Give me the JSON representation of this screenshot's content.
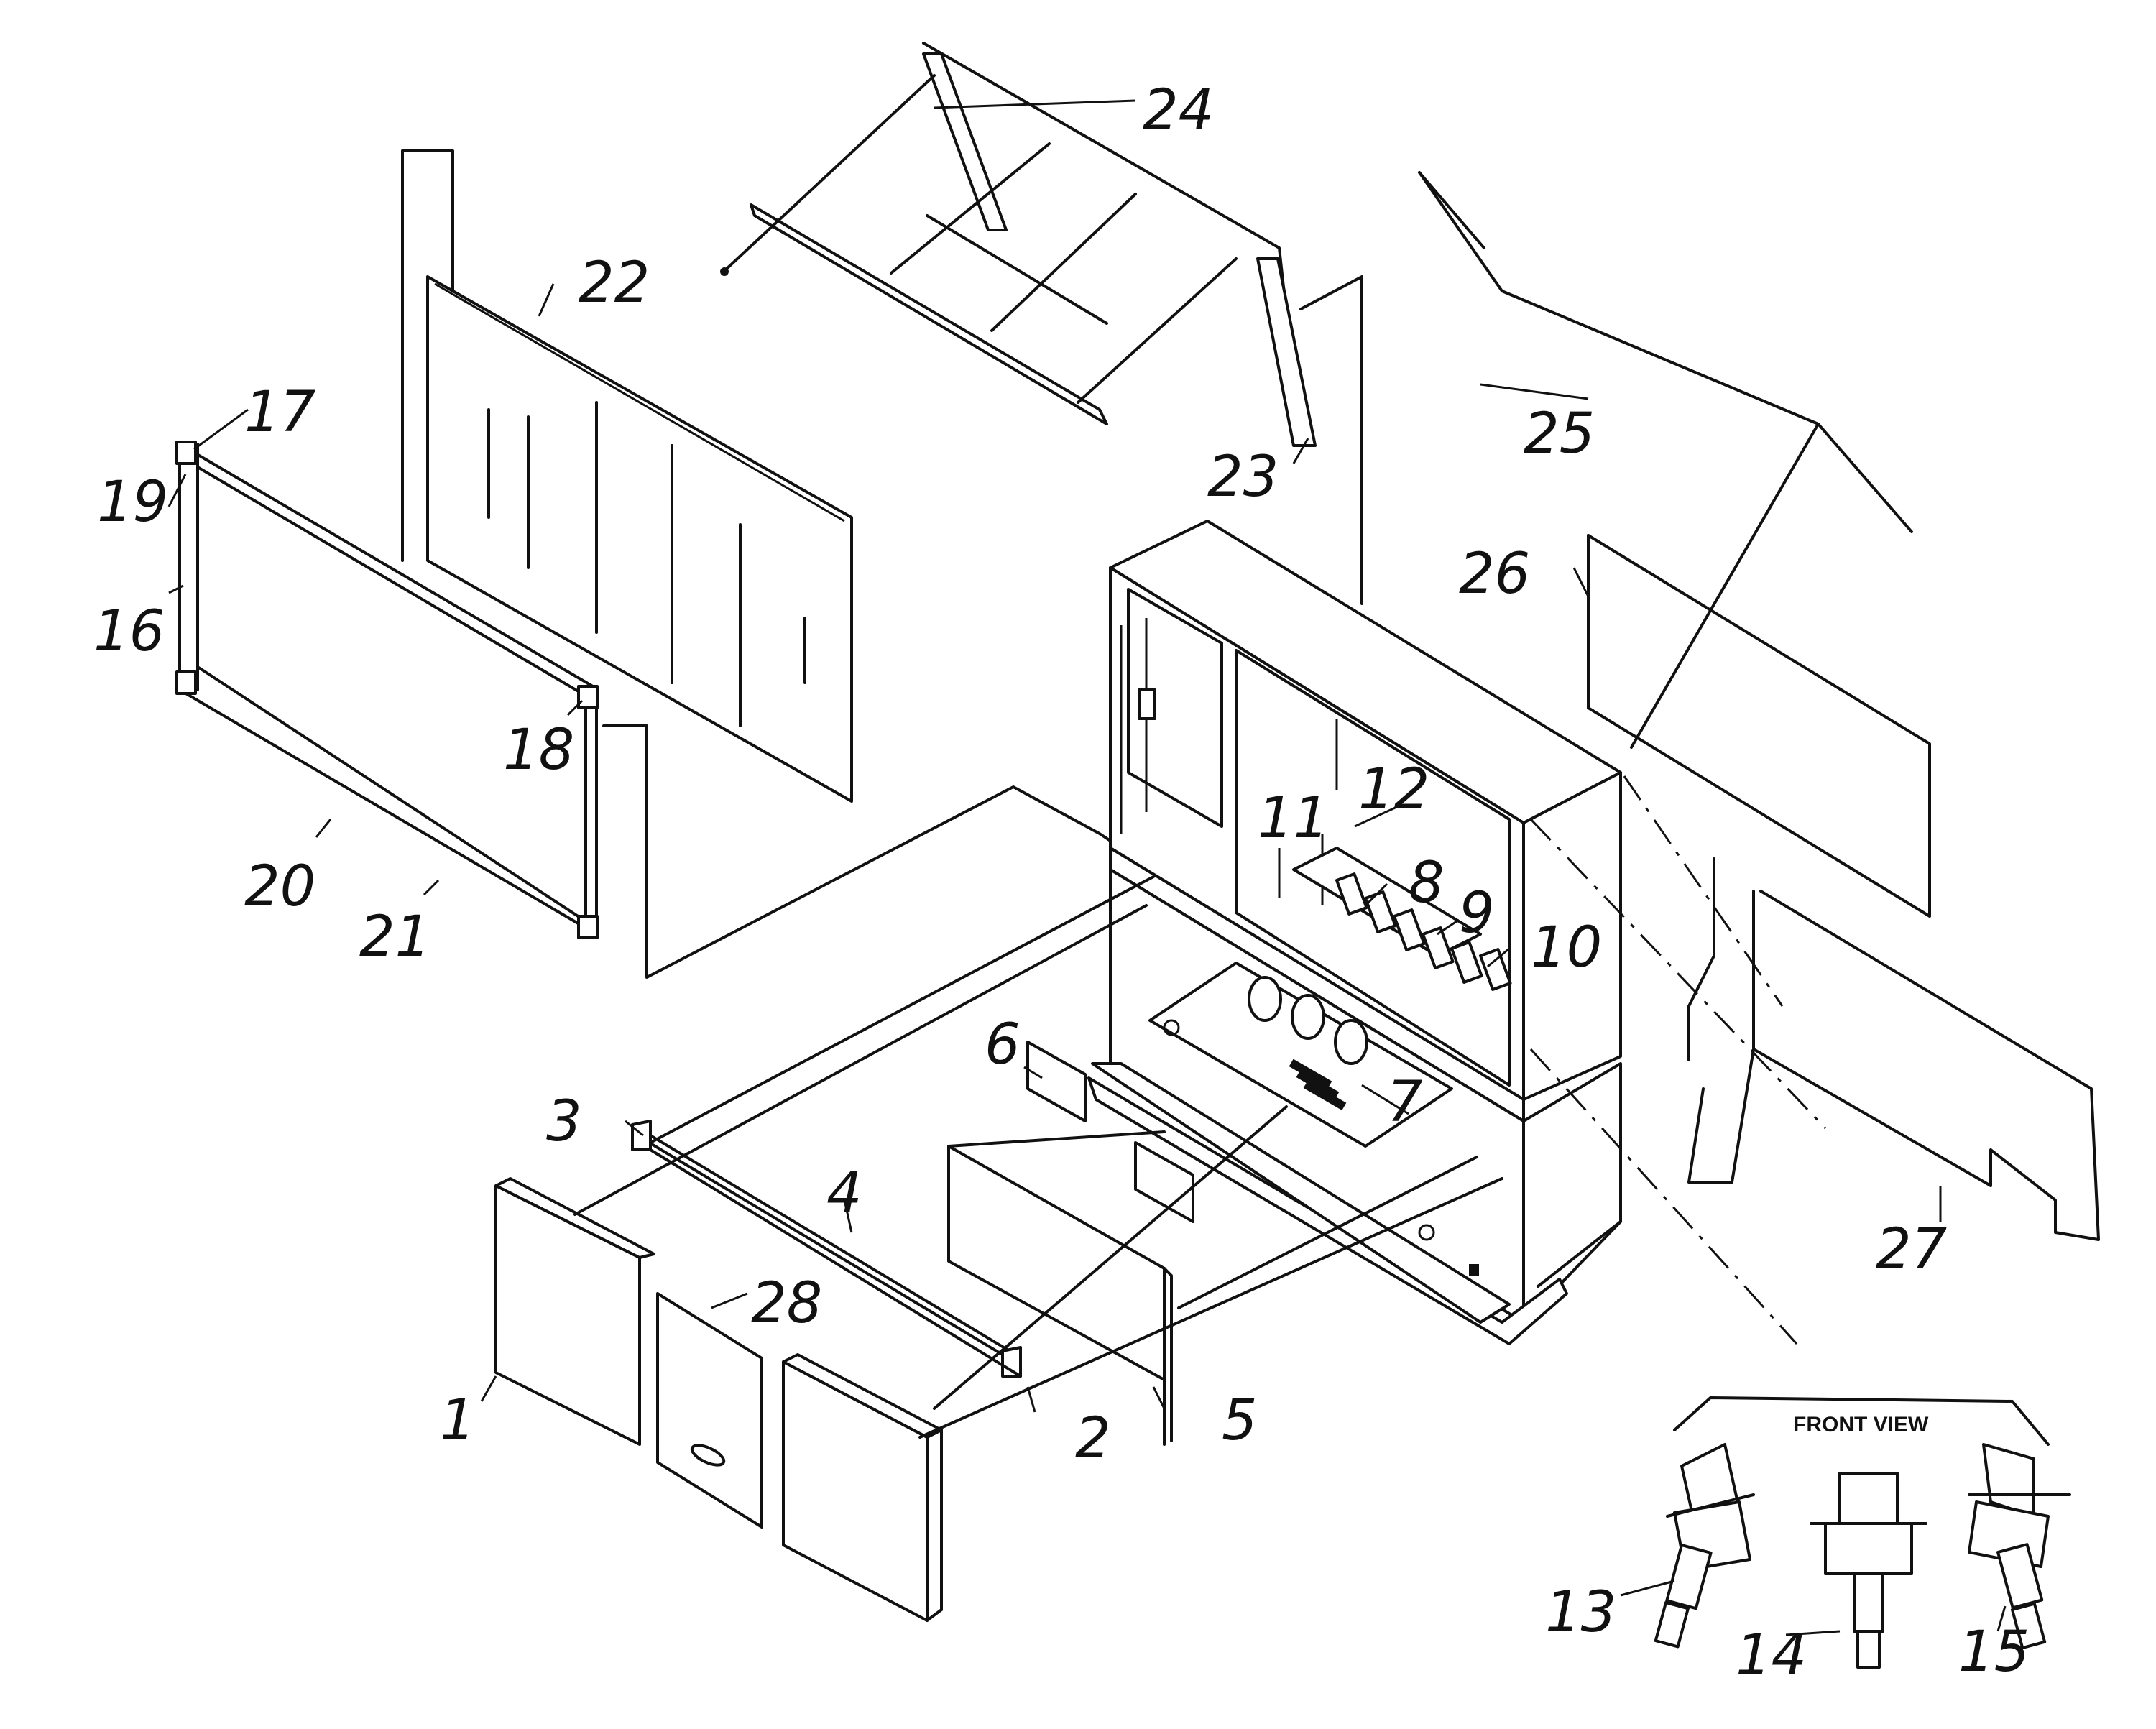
{
  "diagram": {
    "part_labels": [
      {
        "key": "p1",
        "text": "1"
      },
      {
        "key": "p2",
        "text": "2"
      },
      {
        "key": "p3",
        "text": "3"
      },
      {
        "key": "p4",
        "text": "4"
      },
      {
        "key": "p5",
        "text": "5"
      },
      {
        "key": "p6",
        "text": "6"
      },
      {
        "key": "p7",
        "text": "7"
      },
      {
        "key": "p8",
        "text": "8"
      },
      {
        "key": "p9",
        "text": "9"
      },
      {
        "key": "p10",
        "text": "10"
      },
      {
        "key": "p11",
        "text": "11"
      },
      {
        "key": "p12",
        "text": "12"
      },
      {
        "key": "p13",
        "text": "13"
      },
      {
        "key": "p14",
        "text": "14"
      },
      {
        "key": "p15",
        "text": "15"
      },
      {
        "key": "p16",
        "text": "16"
      },
      {
        "key": "p17",
        "text": "17"
      },
      {
        "key": "p18",
        "text": "18"
      },
      {
        "key": "p19",
        "text": "19"
      },
      {
        "key": "p20",
        "text": "20"
      },
      {
        "key": "p21",
        "text": "21"
      },
      {
        "key": "p22",
        "text": "22"
      },
      {
        "key": "p23",
        "text": "23"
      },
      {
        "key": "p24",
        "text": "24"
      },
      {
        "key": "p25",
        "text": "25"
      },
      {
        "key": "p26",
        "text": "26"
      },
      {
        "key": "p27",
        "text": "27"
      },
      {
        "key": "p28",
        "text": "28"
      }
    ],
    "front_view_label": "FRONT VIEW"
  }
}
